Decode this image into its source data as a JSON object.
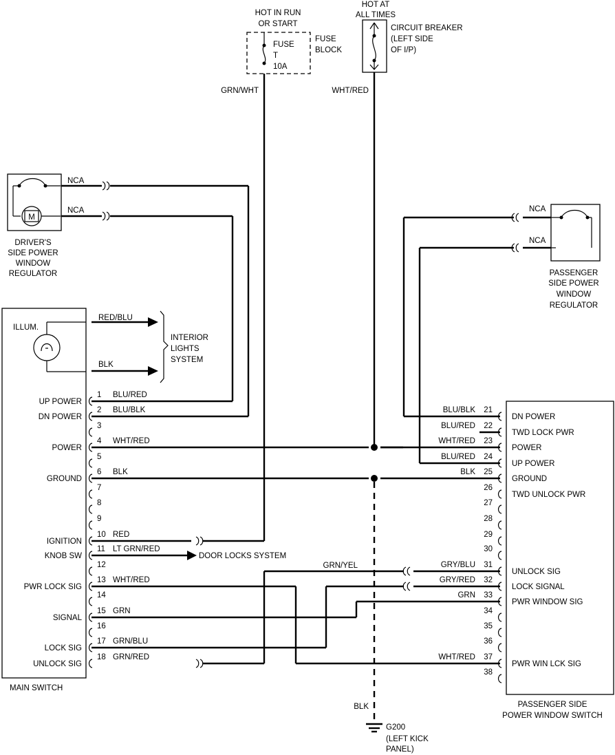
{
  "top": {
    "fuse_block": {
      "hot_line1": "HOT IN RUN",
      "hot_line2": "OR START",
      "fuse_line1": "FUSE",
      "fuse_line2": "T",
      "fuse_line3": "10A",
      "block_line1": "FUSE",
      "block_line2": "BLOCK",
      "wire": "GRN/WHT"
    },
    "breaker": {
      "hot_line1": "HOT AT",
      "hot_line2": "ALL TIMES",
      "line1": "CIRCUIT BREAKER",
      "line2": "(LEFT SIDE",
      "line3": "OF I/P)",
      "wire": "WHT/RED"
    }
  },
  "driver_regulator": {
    "line1": "DRIVER'S",
    "line2": "SIDE POWER",
    "line3": "WINDOW",
    "line4": "REGULATOR",
    "motor": "M",
    "nca1": "NCA",
    "nca2": "NCA"
  },
  "passenger_regulator": {
    "line1": "PASSENGER",
    "line2": "SIDE POWER",
    "line3": "WINDOW",
    "line4": "REGULATOR",
    "nca1": "NCA",
    "nca2": "NCA"
  },
  "main_switch": {
    "title": "MAIN SWITCH",
    "illum": "ILLUM.",
    "illum_wire1": "RED/BLU",
    "illum_wire2": "BLK",
    "interior_line1": "INTERIOR",
    "interior_line2": "LIGHTS",
    "interior_line3": "SYSTEM",
    "pins": [
      {
        "num": "1",
        "wire": "BLU/RED",
        "label": "UP POWER"
      },
      {
        "num": "2",
        "wire": "BLU/BLK",
        "label": "DN POWER"
      },
      {
        "num": "3",
        "wire": "",
        "label": ""
      },
      {
        "num": "4",
        "wire": "WHT/RED",
        "label": "POWER"
      },
      {
        "num": "5",
        "wire": "",
        "label": ""
      },
      {
        "num": "6",
        "wire": "BLK",
        "label": "GROUND"
      },
      {
        "num": "7",
        "wire": "",
        "label": ""
      },
      {
        "num": "8",
        "wire": "",
        "label": ""
      },
      {
        "num": "9",
        "wire": "",
        "label": ""
      },
      {
        "num": "10",
        "wire": "RED",
        "label": "IGNITION"
      },
      {
        "num": "11",
        "wire": "LT GRN/RED",
        "label": "KNOB SW"
      },
      {
        "num": "12",
        "wire": "",
        "label": ""
      },
      {
        "num": "13",
        "wire": "WHT/RED",
        "label": "PWR LOCK SIG"
      },
      {
        "num": "14",
        "wire": "",
        "label": ""
      },
      {
        "num": "15",
        "wire": "GRN",
        "label": "SIGNAL"
      },
      {
        "num": "16",
        "wire": "",
        "label": ""
      },
      {
        "num": "17",
        "wire": "GRN/BLU",
        "label": "LOCK SIG"
      },
      {
        "num": "18",
        "wire": "GRN/RED",
        "label": "UNLOCK SIG"
      }
    ],
    "door_locks": "DOOR LOCKS SYSTEM"
  },
  "passenger_switch": {
    "title_line1": "PASSENGER SIDE",
    "title_line2": "POWER WINDOW SWITCH",
    "pins": [
      {
        "num": "21",
        "wire": "BLU/BLK",
        "label": "DN POWER"
      },
      {
        "num": "22",
        "wire": "BLU/RED",
        "label": "TWD LOCK PWR"
      },
      {
        "num": "23",
        "wire": "WHT/RED",
        "label": "POWER"
      },
      {
        "num": "24",
        "wire": "BLU/RED",
        "label": "UP POWER"
      },
      {
        "num": "25",
        "wire": "BLK",
        "label": "GROUND"
      },
      {
        "num": "26",
        "wire": "",
        "label": "TWD UNLOCK PWR"
      },
      {
        "num": "27",
        "wire": "",
        "label": ""
      },
      {
        "num": "28",
        "wire": "",
        "label": ""
      },
      {
        "num": "29",
        "wire": "",
        "label": ""
      },
      {
        "num": "30",
        "wire": "",
        "label": ""
      },
      {
        "num": "31",
        "wire": "GRY/BLU",
        "label": "UNLOCK SIG"
      },
      {
        "num": "32",
        "wire": "GRY/RED",
        "label": "LOCK SIGNAL"
      },
      {
        "num": "33",
        "wire": "GRN",
        "label": "PWR WINDOW SIG"
      },
      {
        "num": "34",
        "wire": "",
        "label": ""
      },
      {
        "num": "35",
        "wire": "",
        "label": ""
      },
      {
        "num": "36",
        "wire": "",
        "label": ""
      },
      {
        "num": "37",
        "wire": "WHT/RED",
        "label": "PWR WIN LCK SIG"
      },
      {
        "num": "38",
        "wire": "",
        "label": ""
      }
    ]
  },
  "mid_wire": "GRN/YEL",
  "ground": {
    "wire": "BLK",
    "id": "G200",
    "line1": "(LEFT KICK",
    "line2": "PANEL)"
  }
}
